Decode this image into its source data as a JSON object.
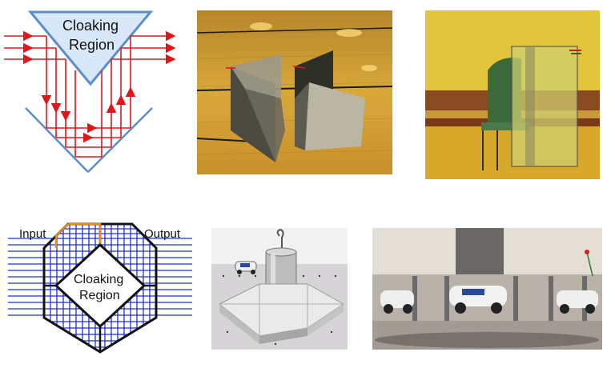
{
  "top_diagram": {
    "region_label_line1": "Cloaking",
    "region_label_line2": "Region"
  },
  "bottom_diagram": {
    "input_label": "Input",
    "output_label": "Output",
    "region_label_line1": "Cloaking",
    "region_label_line2": "Region"
  },
  "colors": {
    "ray_red": "#e0161b",
    "mirror_blue": "#5b8fc7",
    "triangle_fill": "#d8e8f8",
    "grid_blue": "#1f2fe0",
    "diamond_orange": "#e08a2a",
    "gym_floor": "#d8a82a"
  }
}
